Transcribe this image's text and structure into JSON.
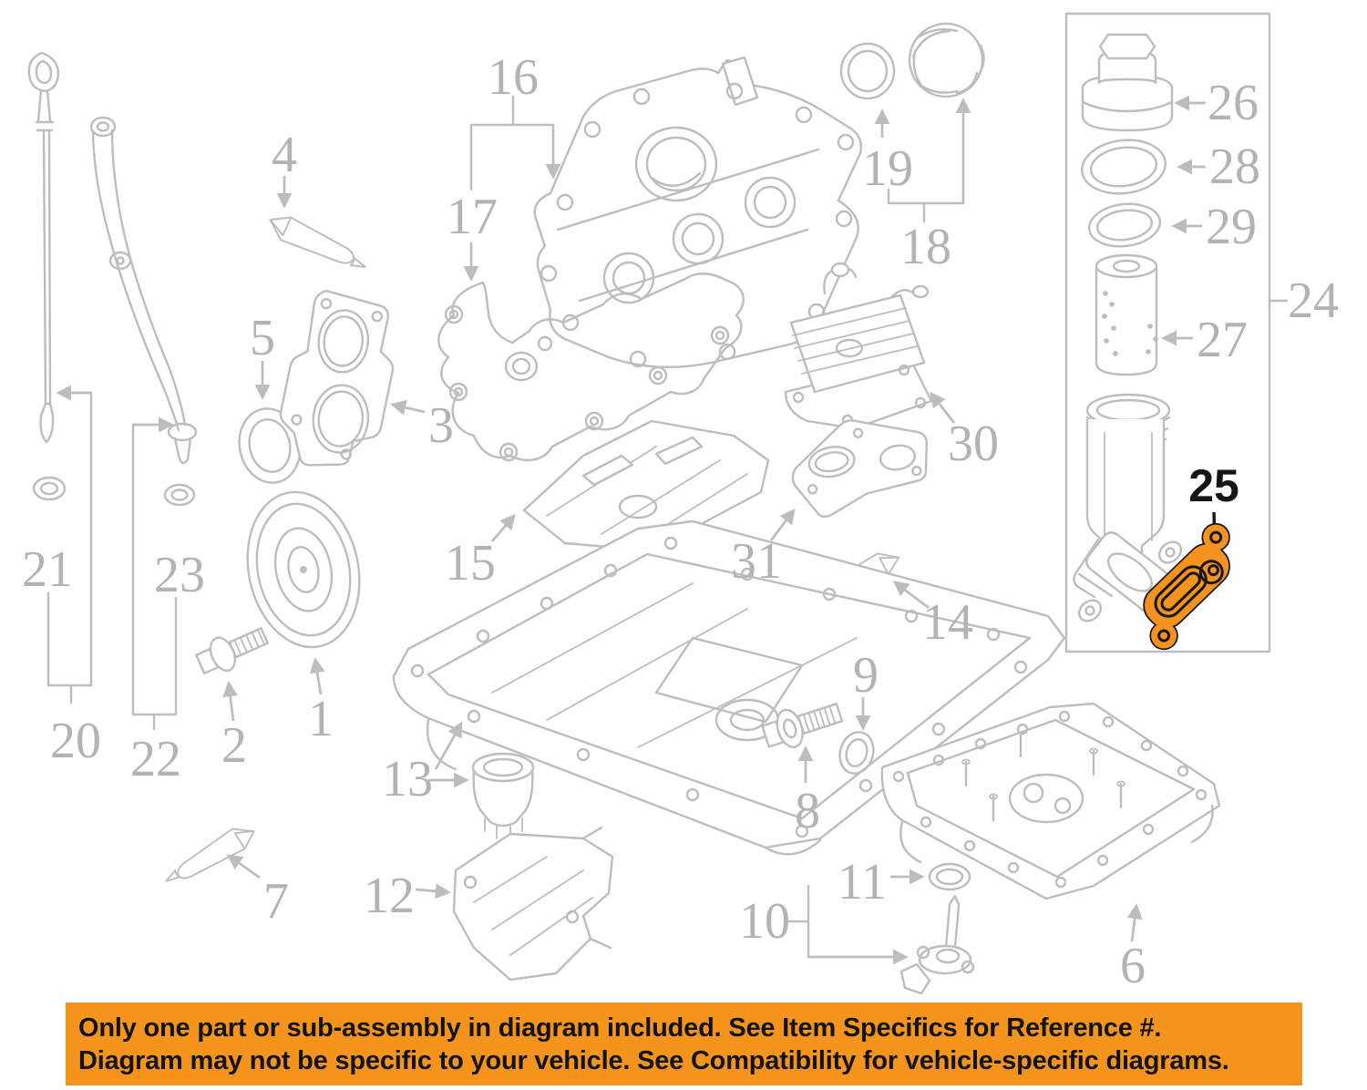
{
  "diagram": {
    "part_labels": {
      "p1": "1",
      "p2": "2",
      "p3": "3",
      "p4": "4",
      "p5": "5",
      "p6": "6",
      "p7": "7",
      "p8": "8",
      "p9": "9",
      "p10": "10",
      "p11": "11",
      "p12": "12",
      "p13": "13",
      "p14": "14",
      "p15": "15",
      "p16": "16",
      "p17": "17",
      "p18": "18",
      "p19": "19",
      "p20": "20",
      "p21": "21",
      "p22": "22",
      "p23": "23",
      "p24": "24",
      "p25": "25",
      "p26": "26",
      "p27": "27",
      "p28": "28",
      "p29": "29",
      "p30": "30",
      "p31": "31"
    },
    "highlighted_part_number": "25"
  },
  "banner": {
    "line1": "Only one part or sub-assembly in diagram included. See Item Specifics for Reference #.",
    "line2": "Diagram may not be specific to your vehicle. See Compatibility for vehicle-specific diagrams."
  },
  "colors": {
    "line": "#bdbdbd",
    "label": "#b3b3b3",
    "highlight": "#f6921e",
    "banner_bg": "#f5941d",
    "callout": "#161616"
  }
}
